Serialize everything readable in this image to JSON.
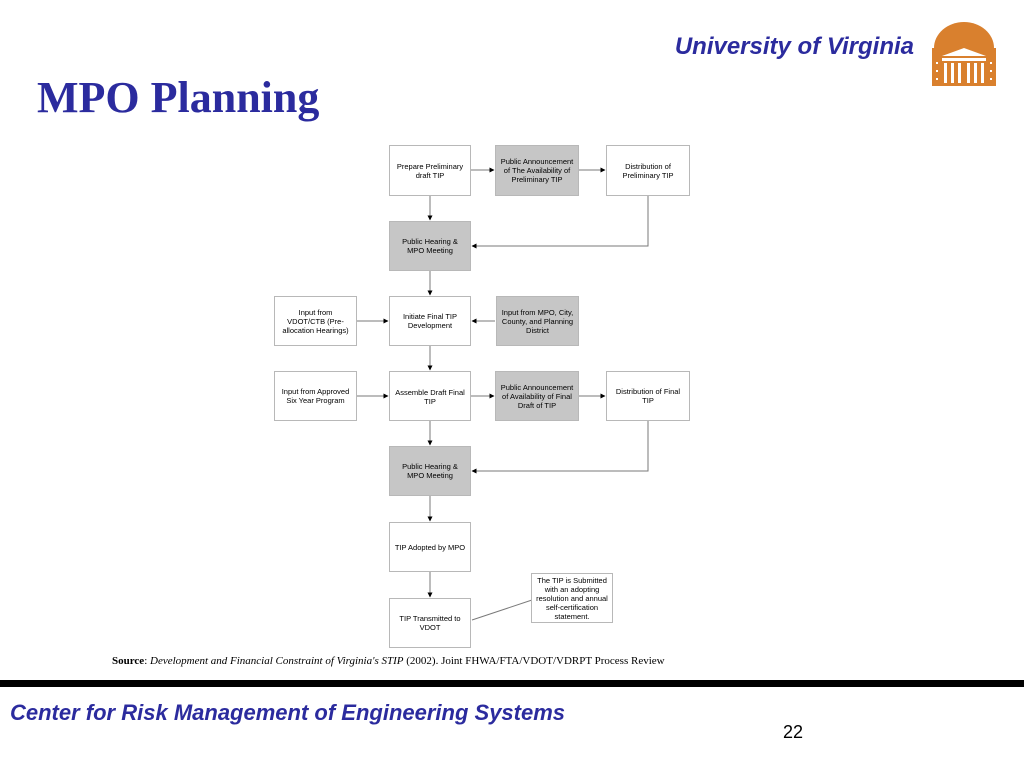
{
  "header": {
    "university": "University of Virginia",
    "title": "MPO Planning"
  },
  "flowchart": {
    "nodes": {
      "prepare_draft": "Prepare Preliminary draft TIP",
      "announce_preliminary": "Public Announcement of The Availability of Preliminary TIP",
      "distribute_preliminary": "Distribution of Preliminary TIP",
      "hearing_1": "Public Hearing & MPO Meeting",
      "input_vdot_ctb": "Input from VDOT/CTB (Pre-allocation Hearings)",
      "initiate_final": "Initiate Final TIP Development",
      "input_mpo_city": "Input from MPO, City, County, and Planning District",
      "input_six_year": "Input from Approved Six Year Program",
      "assemble_final": "Assemble Draft Final TIP",
      "announce_final": "Public Announcement of Availability of Final Draft of TIP",
      "distribute_final": "Distribution of Final TIP",
      "hearing_2": "Public Hearing & MPO Meeting",
      "adopted": "TIP Adopted by MPO",
      "transmitted": "TIP Transmitted to VDOT",
      "note": "The TIP is Submitted with an adopting resolution and annual self-certification statement."
    }
  },
  "source": {
    "label": "Source",
    "separator": ": ",
    "work": "Development and Financial Constraint of Virginia's STIP",
    "rest": " (2002).  Joint FHWA/FTA/VDOT/VDRPT Process Review"
  },
  "footer": {
    "center_name": "Center for Risk Management of Engineering Systems",
    "page_number": "22"
  },
  "colors": {
    "brand_blue": "#2b2b9e",
    "logo_orange": "#d9802e",
    "gray_box": "#c6c6c6"
  }
}
